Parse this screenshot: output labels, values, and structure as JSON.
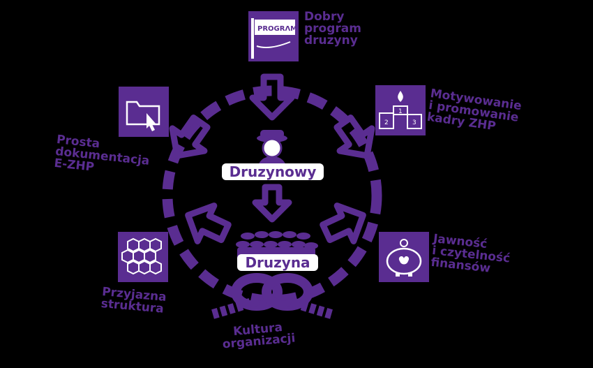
{
  "colors": {
    "primary": "#5a2d91",
    "background": "#000000",
    "icon_fg": "#ffffff"
  },
  "center": {
    "leader": "Druzynowy",
    "team": "Druzyna"
  },
  "nodes": [
    {
      "id": "program",
      "label": "Dobry\nprogram\ndruzyny",
      "icon": "program-sign-icon",
      "icon_text": "PROGRΛM"
    },
    {
      "id": "kadra",
      "label": "Motywowanie\ni promowanie\nkadry ZHP",
      "icon": "podium-icon",
      "podium": [
        "1",
        "2",
        "3"
      ]
    },
    {
      "id": "finanse",
      "label": "Jawność\ni czytelność\nfinansów",
      "icon": "piggy-bank-icon"
    },
    {
      "id": "kultura",
      "label": "Kultura\norganizacji",
      "icon": "rope-knot-icon"
    },
    {
      "id": "struktura",
      "label": "Przyjazna\nstruktura",
      "icon": "honeycomb-icon"
    },
    {
      "id": "dokumentacja",
      "label": "Prosta\ndokumentacja\nE-ZHP",
      "icon": "folder-cursor-icon"
    }
  ]
}
